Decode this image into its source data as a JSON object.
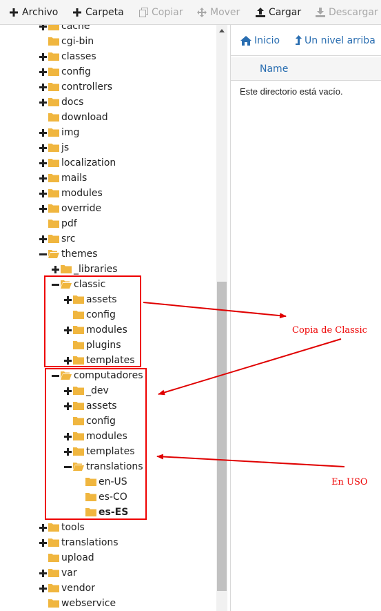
{
  "toolbar": {
    "archivo": "Archivo",
    "carpeta": "Carpeta",
    "copiar": "Copiar",
    "mover": "Mover",
    "cargar": "Cargar",
    "descargar": "Descargar"
  },
  "tree": [
    {
      "name": "cache",
      "toggle": "plus"
    },
    {
      "name": "cgi-bin",
      "toggle": "none"
    },
    {
      "name": "classes",
      "toggle": "plus"
    },
    {
      "name": "config",
      "toggle": "plus"
    },
    {
      "name": "controllers",
      "toggle": "plus"
    },
    {
      "name": "docs",
      "toggle": "plus"
    },
    {
      "name": "download",
      "toggle": "none"
    },
    {
      "name": "img",
      "toggle": "plus"
    },
    {
      "name": "js",
      "toggle": "plus"
    },
    {
      "name": "localization",
      "toggle": "plus"
    },
    {
      "name": "mails",
      "toggle": "plus"
    },
    {
      "name": "modules",
      "toggle": "plus"
    },
    {
      "name": "override",
      "toggle": "plus"
    },
    {
      "name": "pdf",
      "toggle": "none"
    },
    {
      "name": "src",
      "toggle": "plus"
    },
    {
      "name": "themes",
      "toggle": "minus"
    },
    {
      "name": "_libraries",
      "toggle": "plus"
    },
    {
      "name": "classic",
      "toggle": "minus"
    },
    {
      "name": "assets",
      "toggle": "plus"
    },
    {
      "name": "config",
      "toggle": "none"
    },
    {
      "name": "modules",
      "toggle": "plus"
    },
    {
      "name": "plugins",
      "toggle": "none"
    },
    {
      "name": "templates",
      "toggle": "plus"
    },
    {
      "name": "computadores",
      "toggle": "minus"
    },
    {
      "name": "_dev",
      "toggle": "plus"
    },
    {
      "name": "assets",
      "toggle": "plus"
    },
    {
      "name": "config",
      "toggle": "none"
    },
    {
      "name": "modules",
      "toggle": "plus"
    },
    {
      "name": "templates",
      "toggle": "plus"
    },
    {
      "name": "translations",
      "toggle": "minus"
    },
    {
      "name": "en-US",
      "toggle": "none"
    },
    {
      "name": "es-CO",
      "toggle": "none"
    },
    {
      "name": "es-ES",
      "toggle": "none"
    },
    {
      "name": "tools",
      "toggle": "plus"
    },
    {
      "name": "translations",
      "toggle": "plus"
    },
    {
      "name": "upload",
      "toggle": "none"
    },
    {
      "name": "var",
      "toggle": "plus"
    },
    {
      "name": "vendor",
      "toggle": "plus"
    },
    {
      "name": "webservice",
      "toggle": "none"
    }
  ],
  "right_panel": {
    "home_label": "Inicio",
    "up_label": "Un nivel arriba",
    "column_name": "Name",
    "empty_message": "Este directorio está vacío."
  },
  "annotations": {
    "copy_label": "Copia de Classic",
    "in_use_label": "En USO"
  },
  "colors": {
    "folder": "#f0b63f",
    "link": "#2a6eb1",
    "annotation": "#e00000",
    "disabled": "#a8a8a8"
  }
}
